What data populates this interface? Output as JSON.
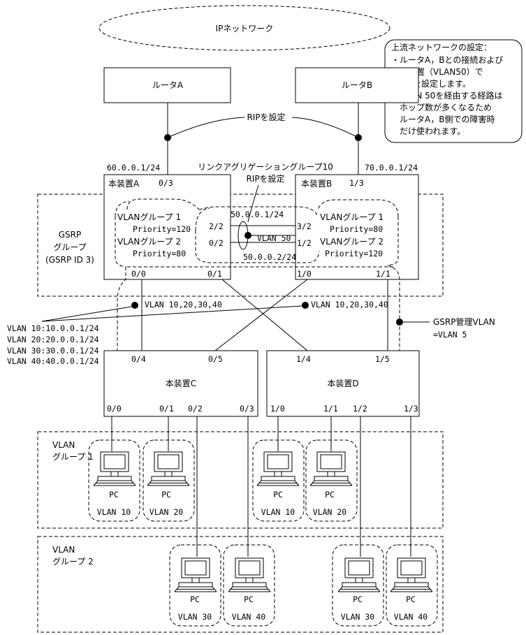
{
  "ip_network": "IPネットワーク",
  "router_a": "ルータA",
  "router_b": "ルータB",
  "rip_setting": "RIPを設定",
  "link_agg_label": "リンクアグリゲーショングループ10",
  "link_agg_rip": "RIPを設定",
  "upstream_note": [
    "上流ネットワークの設定：",
    "・ルータA，Bとの接続および",
    "　本装置（VLAN50）で",
    "　RIPを設定します。",
    "・VLAN 50を経由する経路は",
    "　ホップ数が多くなるため",
    "　ルータA，B側での障害時",
    "　だけ使われます。"
  ],
  "device_a": {
    "name": "本装置A",
    "uplink_ip": "60.0.0.1/24",
    "uplink_port": "0/3",
    "vg1": "VLANグループ 1",
    "vg1_pri": "Priority=120",
    "vg2": "VLANグループ 2",
    "vg2_pri": "Priority=80",
    "port_22": "2/2",
    "port_02": "0/2",
    "port_00": "0/0",
    "port_01": "0/1"
  },
  "device_b": {
    "name": "本装置B",
    "uplink_ip": "70.0.0.1/24",
    "uplink_port": "1/3",
    "vg1": "VLANグループ 1",
    "vg1_pri": "Priority=80",
    "vg2": "VLANグループ 2",
    "vg2_pri": "Priority=120",
    "port_32": "3/2",
    "port_12": "1/2",
    "port_10": "1/0",
    "port_11": "1/1"
  },
  "vlan50": {
    "ip_a": "50.0.0.1/24",
    "label": "VLAN 50",
    "ip_b": "50.0.0.2/24"
  },
  "gsrp_group": [
    "GSRP",
    "グループ",
    "(GSRP ID 3)"
  ],
  "vlan_trunk_a": "VLAN 10,20,30,40",
  "vlan_trunk_b": "VLAN 10,20,30,40",
  "vlan_ips": [
    "VLAN 10:10.0.0.1/24",
    "VLAN 20:20.0.0.1/24",
    "VLAN 30:30.0.0.1/24",
    "VLAN 40:40.0.0.1/24"
  ],
  "gsrp_mgmt": [
    "GSRP管理VLAN",
    "=VLAN 5"
  ],
  "device_c": {
    "name": "本装置C",
    "ports_top": [
      "0/4",
      "0/5"
    ],
    "ports_bottom": [
      "0/0",
      "0/1",
      "0/2",
      "0/3"
    ]
  },
  "device_d": {
    "name": "本装置D",
    "ports_top": [
      "1/4",
      "1/5"
    ],
    "ports_bottom": [
      "1/0",
      "1/1",
      "1/2",
      "1/3"
    ]
  },
  "vlan_group1": [
    "VLAN",
    "グループ 1"
  ],
  "vlan_group2": [
    "VLAN",
    "グループ 2"
  ],
  "pc_label": "PC",
  "pcs_group1": [
    "VLAN 10",
    "VLAN 20",
    "VLAN 10",
    "VLAN 20"
  ],
  "pcs_group2": [
    "VLAN 30",
    "VLAN 40",
    "VLAN 30",
    "VLAN 40"
  ]
}
